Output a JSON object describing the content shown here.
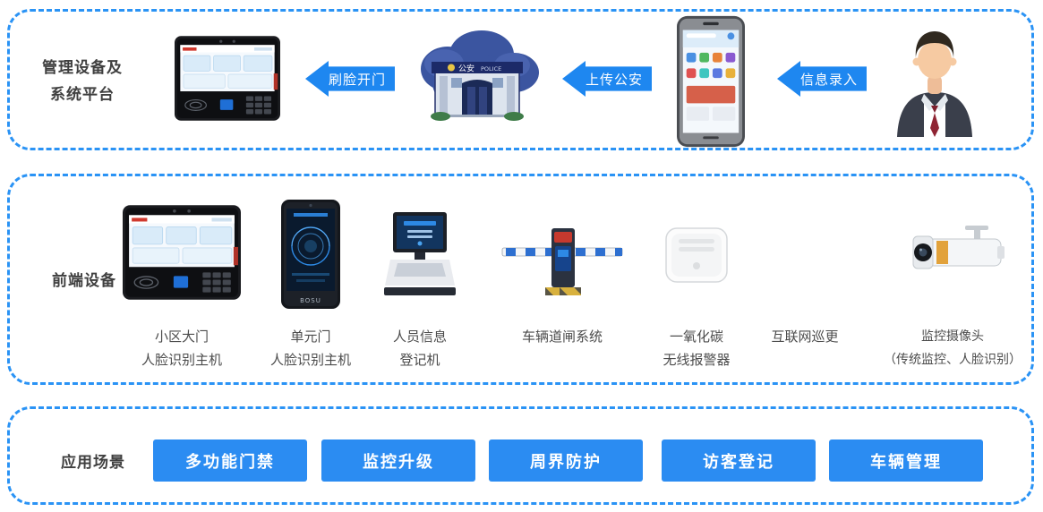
{
  "colors": {
    "section_border": "#2a93f5",
    "arrow_blue": "#1e87f0",
    "button_blue": "#2b8cf2",
    "label_text": "#4c4c4c"
  },
  "platform_section": {
    "label": "管理设备及\n系统平台",
    "police_cloud": {
      "cn": "公安",
      "en": "POLICE"
    },
    "arrows": [
      {
        "label": "刷脸开门"
      },
      {
        "label": "上传公安"
      },
      {
        "label": "信息录入"
      }
    ],
    "icons": [
      "access-control-host-icon",
      "police-cloud-icon",
      "smartphone-icon",
      "person-icon"
    ]
  },
  "frontend_section": {
    "label": "前端设备",
    "devices": [
      {
        "label": "小区大门\n人脸识别主机",
        "icon": "community-gate-face-host-icon"
      },
      {
        "label": "单元门\n人脸识别主机",
        "icon": "unit-door-face-host-icon",
        "brand": "BOSU"
      },
      {
        "label": "人员信息\n登记机",
        "icon": "registration-terminal-icon"
      },
      {
        "label": "车辆道闸系统",
        "icon": "barrier-gate-icon"
      },
      {
        "label": "一氧化碳\n无线报警器",
        "icon": "co-alarm-icon"
      },
      {
        "label": "互联网巡更",
        "icon": "none"
      },
      {
        "label": "监控摄像头\n（传统监控、人脸识别）",
        "icon": "cctv-camera-icon"
      }
    ]
  },
  "scenario_section": {
    "label": "应用场景",
    "buttons": [
      {
        "label": "多功能门禁"
      },
      {
        "label": "监控升级"
      },
      {
        "label": "周界防护"
      },
      {
        "label": "访客登记"
      },
      {
        "label": "车辆管理"
      }
    ]
  }
}
